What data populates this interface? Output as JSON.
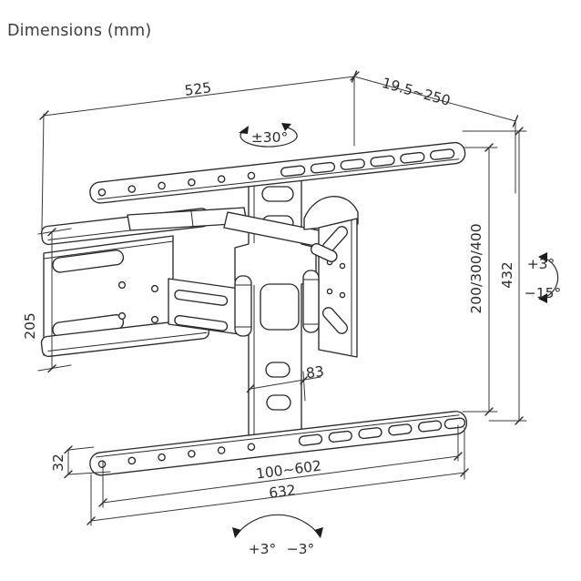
{
  "title": "Dimensions (mm)",
  "colors": {
    "background": "#ffffff",
    "line": "#2b2b2b",
    "text": "#2e2e2e"
  },
  "labels": {
    "top_width": "525",
    "depth_range": "19.5~250",
    "swivel_range": "±30°",
    "wall_plate_height": "205",
    "vesa_vertical": "200/300/400",
    "overall_height": "432",
    "tilt_up": "+3°",
    "tilt_down": "−15°",
    "center_column_width": "83",
    "bottom_hole_span": "100~602",
    "bottom_width": "632",
    "bottom_bar_height": "32",
    "level_left": "+3°",
    "level_right": "−3°"
  }
}
